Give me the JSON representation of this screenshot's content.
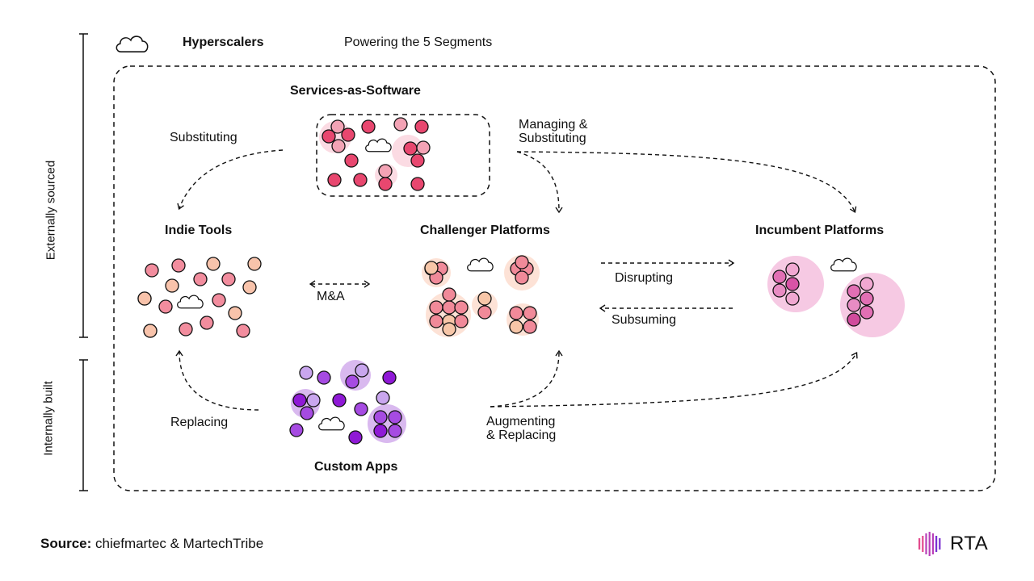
{
  "header": {
    "hyperscalers": "Hyperscalers",
    "powering": "Powering the 5 Segments"
  },
  "axis": {
    "external": "Externally sourced",
    "internal": "Internally built"
  },
  "segments": {
    "services": "Services-as-Software",
    "indie": "Indie Tools",
    "challenger": "Challenger Platforms",
    "incumbent": "Incumbent Platforms",
    "custom": "Custom Apps"
  },
  "relations": {
    "substituting": "Substituting",
    "managing_line1": "Managing &",
    "managing_line2": "Substituting",
    "ma": "M&A",
    "disrupting": "Disrupting",
    "subsuming": "Subsuming",
    "replacing": "Replacing",
    "augmenting_line1": "Augmenting",
    "augmenting_line2": "& Replacing"
  },
  "footer": {
    "source_label": "Source:",
    "source_text": "chiefmartec & MartechTribe",
    "logo_text": "RTA"
  },
  "colors": {
    "services_dot": "#e8476f",
    "services_light": "#f3a3b5",
    "indie_dot": "#f28d9e",
    "indie_light": "#f8c3ab",
    "challenger_dot": "#f18a99",
    "challenger_peach": "#f7c6a8",
    "incumbent_dot": "#e26fb4",
    "incumbent_halo": "#f6c9e3",
    "custom_dark": "#8f19d6",
    "custom_light": "#c9a6ee",
    "custom_halo": "#d9b9ef"
  }
}
